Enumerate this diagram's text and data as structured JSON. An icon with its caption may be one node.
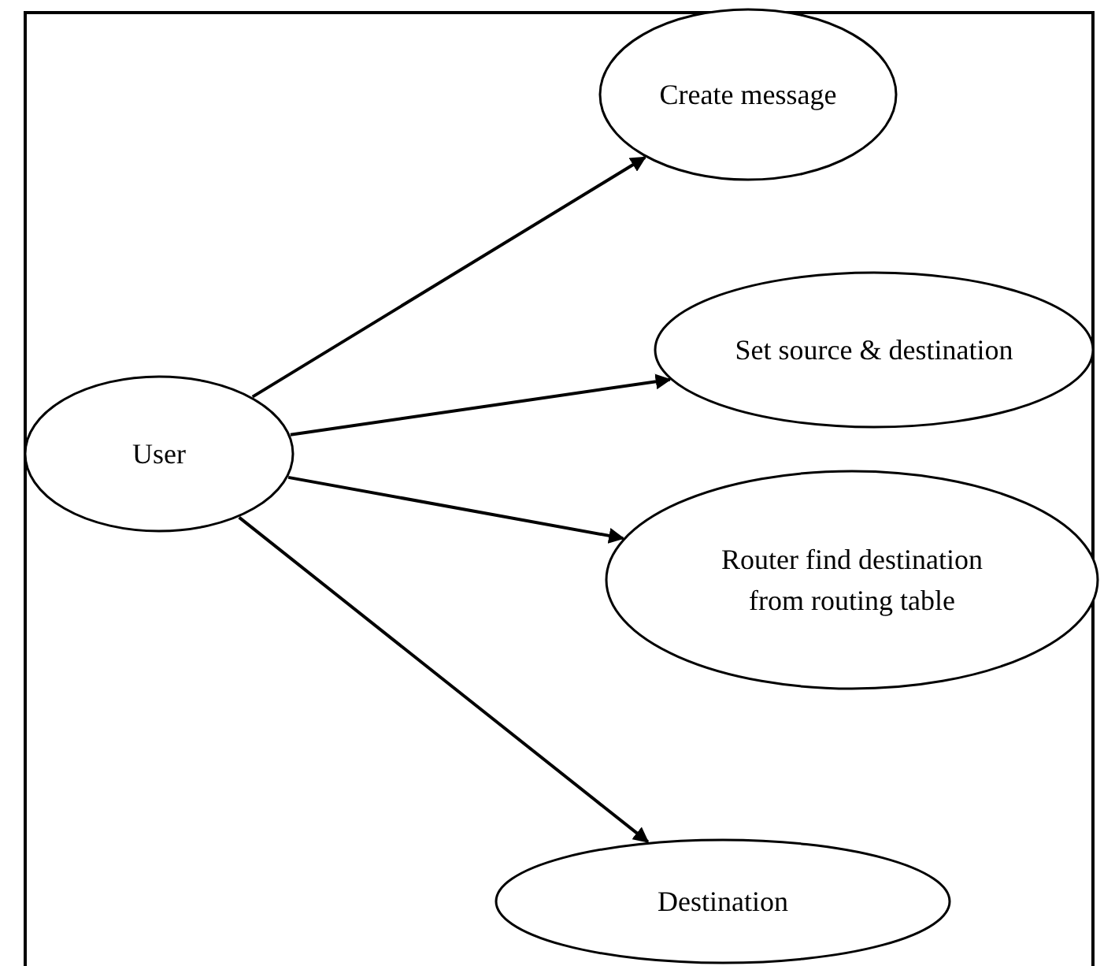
{
  "diagram": {
    "nodes": [
      {
        "text": [
          "User"
        ]
      },
      {
        "text": [
          "Create message"
        ]
      },
      {
        "text": [
          "Set source & destination"
        ]
      },
      {
        "text": [
          "Router find destination from routing table"
        ]
      },
      {
        "text": [
          "Destination"
        ]
      }
    ],
    "edges": [
      {
        "from": 0,
        "to": 1,
        "arrow": "to"
      },
      {
        "from": 0,
        "to": 2,
        "arrow": "to"
      },
      {
        "from": 0,
        "to": 3,
        "arrow": "to"
      },
      {
        "from": 0,
        "to": 4,
        "arrow": "to"
      }
    ]
  }
}
